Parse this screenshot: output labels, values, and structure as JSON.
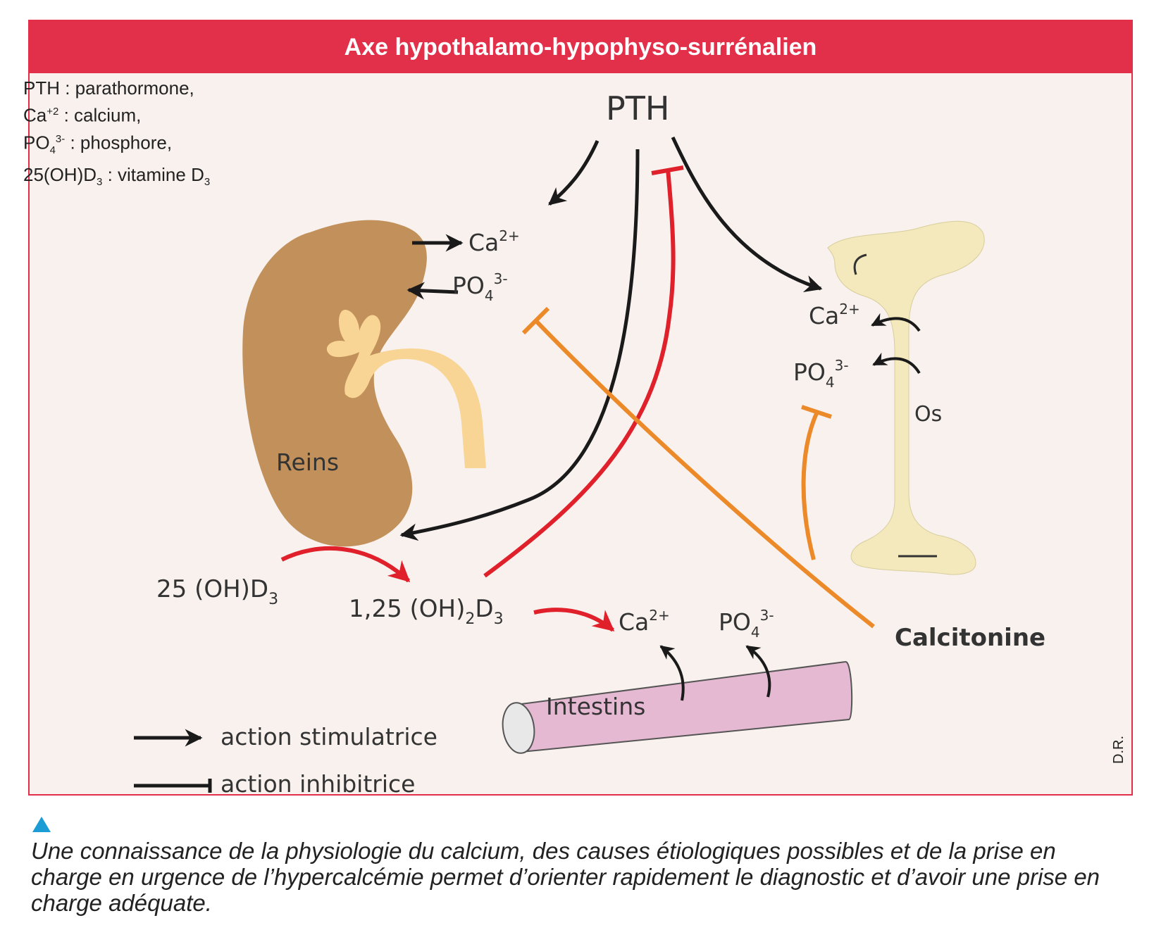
{
  "title": "Axe hypothalamo-hypophyso-surrénalien",
  "abbreviations": {
    "pth": "PTH : parathormone,",
    "ca_main": "Ca",
    "ca_sup": "+2",
    "ca_rest": " : calcium,",
    "po_main": "PO",
    "po_sub": "4",
    "po_sup": "3-",
    "po_rest": " : phosphore,",
    "vitd_main": "25(OH)D",
    "vitd_sub": "3",
    "vitd_rest": " : vitamine D",
    "vitd_sub2": "3"
  },
  "diagram": {
    "pth": "PTH",
    "reins": "Reins",
    "os": "Os",
    "intestins": "Intestins",
    "calcitonine": "Calcitonine",
    "ca": "Ca",
    "ca_charge": "2+",
    "po": "PO",
    "po_sub": "4",
    "po_charge": "3-",
    "vitd25_main": "25 (OH)D",
    "vitd25_sub": "3",
    "vitd125_main": "1,25 (OH)",
    "vitd125_sub1": "2",
    "vitd125_mid": "D",
    "vitd125_sub2": "3"
  },
  "legend": {
    "stimulatory": "action stimulatrice",
    "inhibitory": "action inhibitrice"
  },
  "credit": "D.R.",
  "caption": "Une connaissance de la physiologie du calcium, des causes étiologiques possibles et de la prise en charge en urgence de l’hypercalcémie permet d’orienter rapidement le diagnostic et d’avoir une prise en charge adéquate.",
  "colors": {
    "accent": "#e3304a",
    "background": "#f8f1ed",
    "stimulatory": "#1a1a1a",
    "vitamin_d_arrow": "#e0202a",
    "calcitonin": "#ec8a2a",
    "kidney": "#c2915b",
    "bone": "#f3e9bd",
    "intestine": "#e6b9d3",
    "caption_marker": "#1b9cd4"
  }
}
